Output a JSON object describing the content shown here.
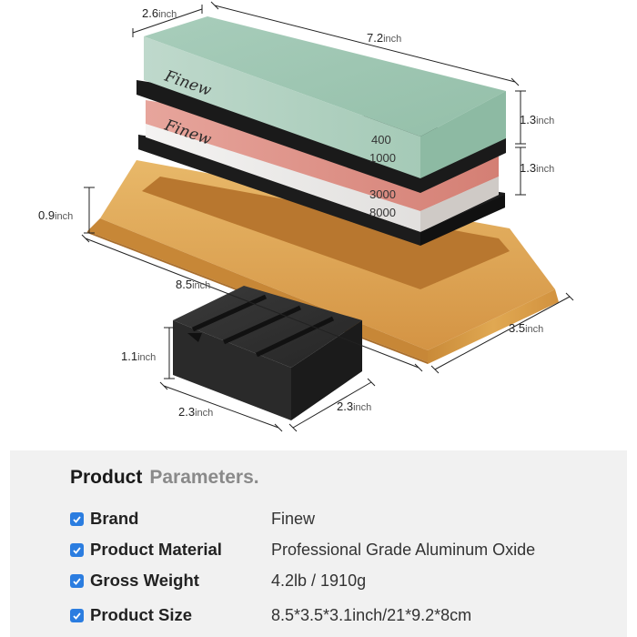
{
  "dimensions": {
    "stone_width": {
      "value": "2.6",
      "unit": "inch"
    },
    "stone_length": {
      "value": "7.2",
      "unit": "inch"
    },
    "stone_height_top": {
      "value": "1.3",
      "unit": "inch"
    },
    "stone_height_bottom": {
      "value": "1.3",
      "unit": "inch"
    },
    "base_height": {
      "value": "0.9",
      "unit": "inch"
    },
    "base_length": {
      "value": "8.5",
      "unit": "inch"
    },
    "base_width": {
      "value": "3.5",
      "unit": "inch"
    },
    "block_height": {
      "value": "1.1",
      "unit": "inch"
    },
    "block_depth": {
      "value": "2.3",
      "unit": "inch"
    },
    "block_width": {
      "value": "2.3",
      "unit": "inch"
    }
  },
  "stones": {
    "brand_mark": "Finew",
    "grits": [
      "400",
      "1000",
      "3000",
      "8000"
    ]
  },
  "colors": {
    "stone_green": "#a9cdbc",
    "stone_pink": "#d98a80",
    "stone_white": "#eceae8",
    "holder_black": "#1c1c1c",
    "bamboo": "#d79a45",
    "check_blue": "#2b7de0",
    "panel_bg": "#f1f1f1"
  },
  "product": {
    "title_bold": "Product",
    "title_light": "Parameters.",
    "rows": [
      {
        "label": "Brand",
        "value": "Finew"
      },
      {
        "label": "Product Material",
        "value": "Professional Grade Aluminum Oxide"
      },
      {
        "label": "Gross Weight",
        "value": "4.2lb / 1910g"
      },
      {
        "label": "Product Size",
        "value": "8.5*3.5*3.1inch/21*9.2*8cm"
      }
    ]
  }
}
